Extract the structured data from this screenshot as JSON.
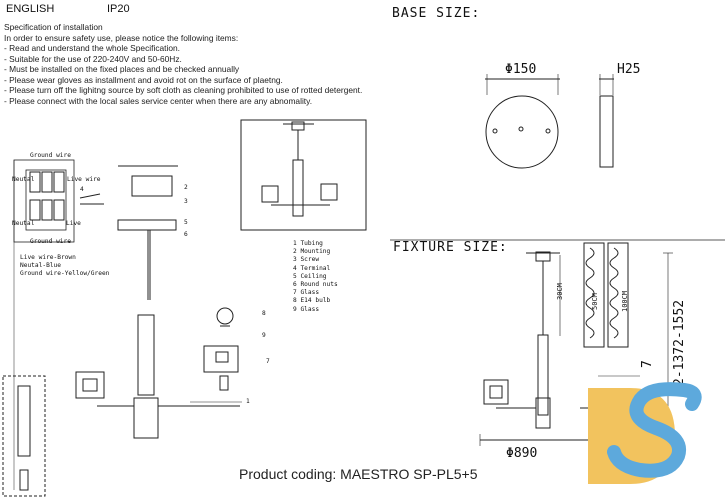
{
  "header": {
    "language": "ENGLISH",
    "ip_rating": "IP20"
  },
  "spec": {
    "title": "Specification of installation",
    "lines": [
      "In order to ensure safety use, please notice the following items:",
      "- Read and understand the whole Specification.",
      "- Suitable for the use of 220-240V and 50-60Hz.",
      "- Must be installed on the fixed places and be checked annually",
      "- Please wear gloves as installment and avoid rot on the surface of plaetng.",
      "- Please turn off the lighitng source by soft cloth as cleaning prohibited to use of rotted detergent.",
      "- Please connect with the local sales service center when there are any abnomality."
    ]
  },
  "base": {
    "title": "BASE SIZE:",
    "diameter": "Φ150",
    "height": "H25"
  },
  "fixture": {
    "title": "FIXTURE SIZE:",
    "dim_30cm": "30CM",
    "dim_50cm": "50CM",
    "dim_100cm": "100CM",
    "height_range": "2-1372-1552",
    "small_dim": "7",
    "width": "Φ890"
  },
  "wiring": {
    "ground_top": "Ground wire",
    "neutral_top": "Neutal",
    "live_top": "Live wire",
    "neutral_bottom": "Neutal",
    "live_bottom": "Live",
    "ground_bottom": "Ground wire",
    "legend": [
      "Live wire-Brown",
      "Neutal-Blue",
      "Ground wire-Yellow/Green"
    ]
  },
  "callouts": [
    "1",
    "2",
    "3",
    "4",
    "5",
    "6",
    "7",
    "8",
    "9"
  ],
  "parts": [
    "1 Tubing",
    "2 Mounting",
    "3 Screw",
    "4 Terminal",
    "5 Ceiling",
    "6 Round nuts",
    "7 Glass",
    "8 E14 bulb",
    "9 Glass"
  ],
  "footer": {
    "product_coding": "Product coding: MAESTRO SP-PL5+5"
  },
  "logo": {
    "text": "DS",
    "colors": {
      "yellow": "#F2C35E",
      "blue": "#5DA9DC"
    }
  }
}
